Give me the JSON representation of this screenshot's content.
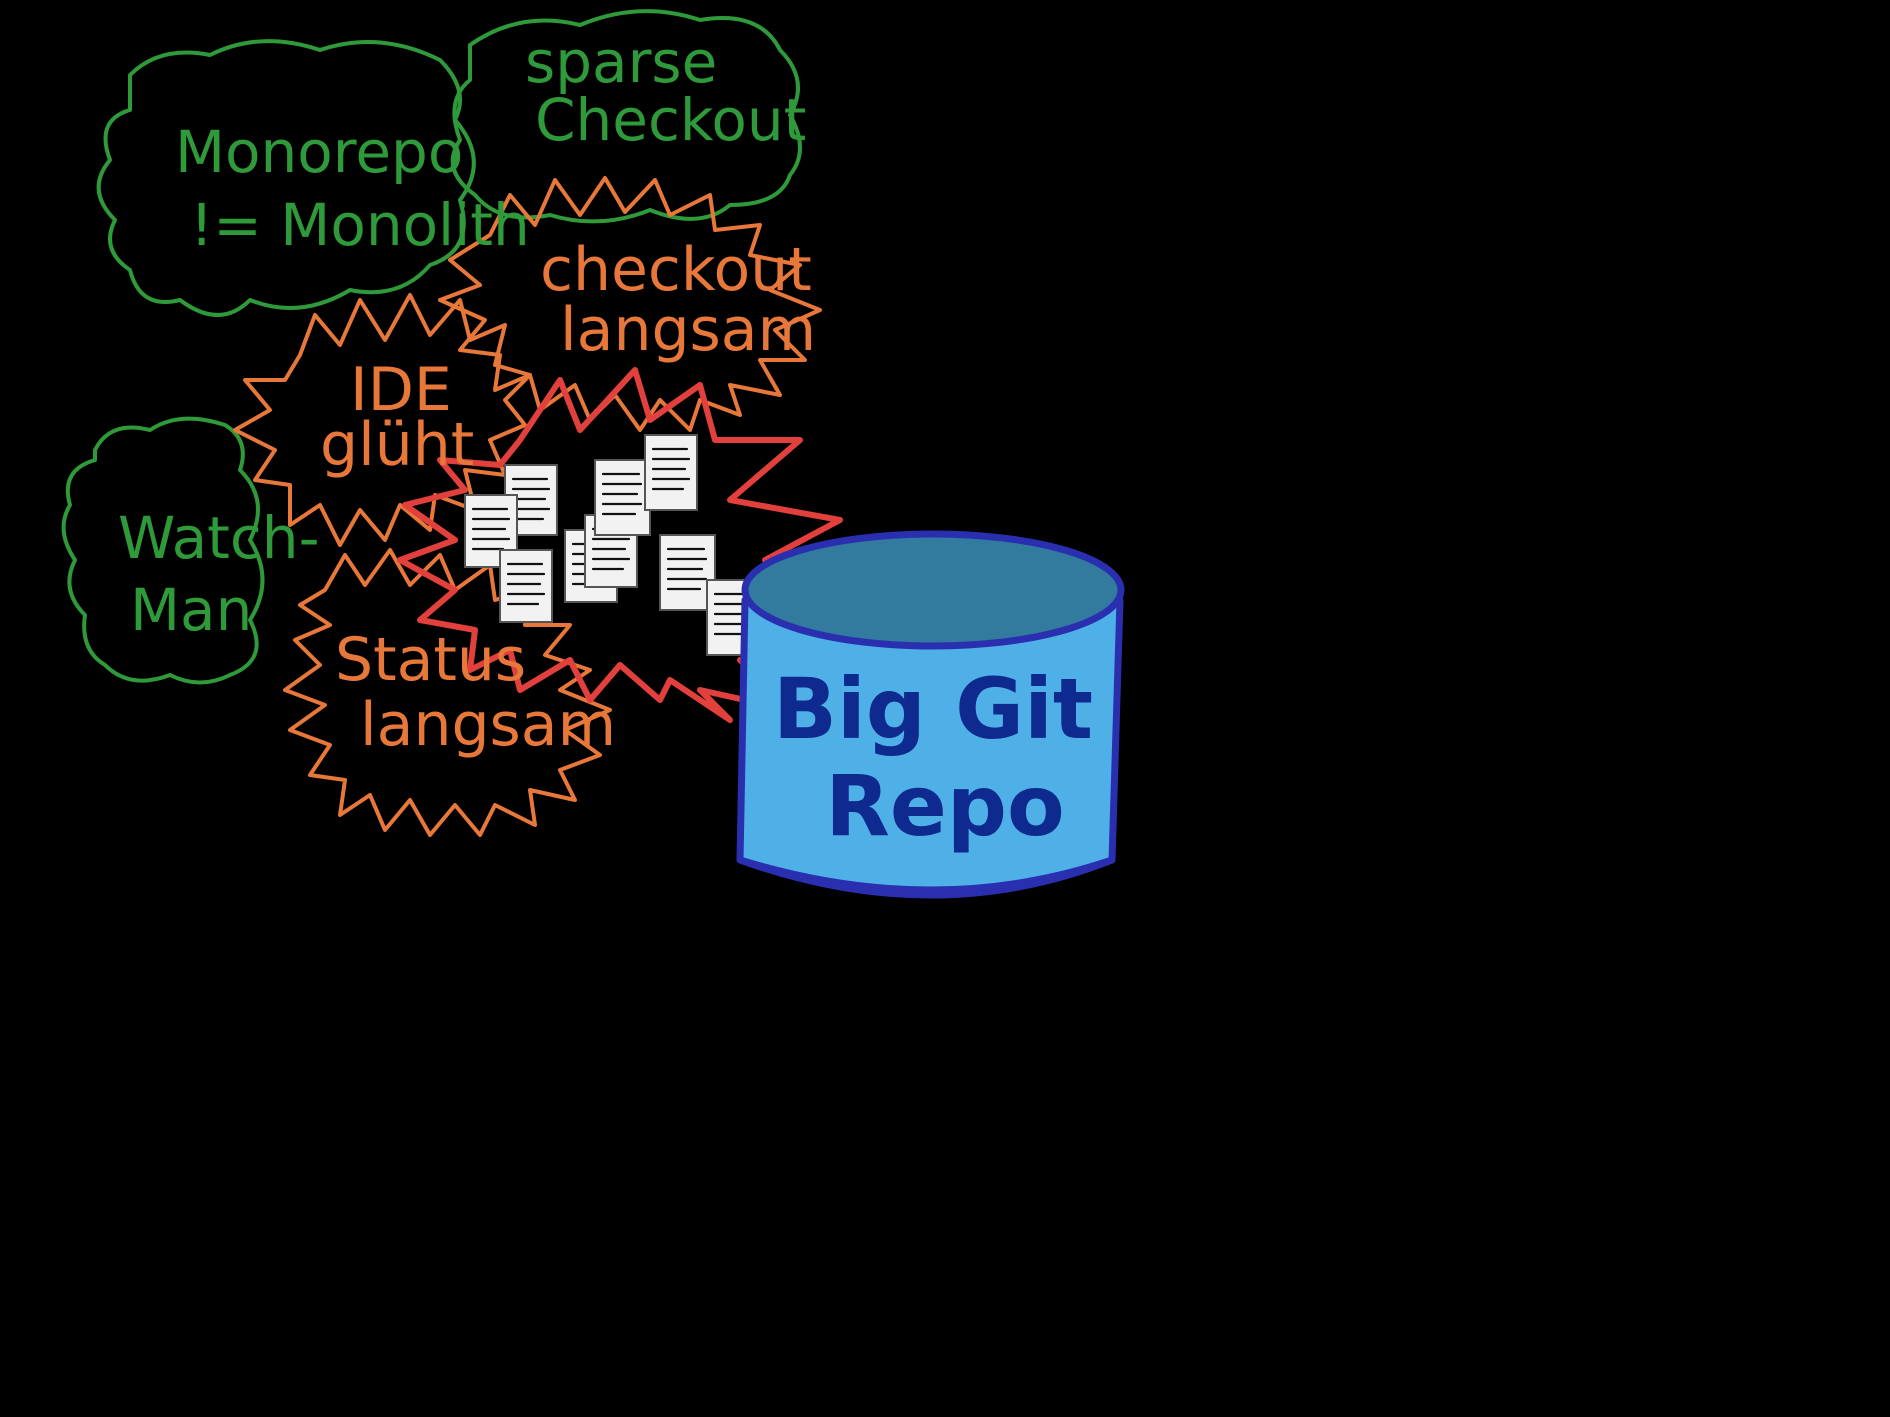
{
  "notes": {
    "monorepo": {
      "line1": "Monorepo",
      "line2": "!= Monolith"
    },
    "sparse": {
      "line1": "sparse",
      "line2": "Checkout"
    },
    "watchman": {
      "line1": "Watch-",
      "line2": "Man"
    },
    "checkout": {
      "line1": "checkout",
      "line2": "langsam"
    },
    "ide": {
      "line1": "IDE",
      "line2": "glüht"
    },
    "status": {
      "line1": "Status",
      "line2": "langsam"
    }
  },
  "repo": {
    "line1": "Big Git",
    "line2": "Repo"
  },
  "colors": {
    "background": "#000000",
    "green": "#2f9a3a",
    "orange": "#e8773a",
    "red": "#e2403c",
    "repo_body": "#4fb0e8",
    "repo_top": "#327a9e",
    "repo_outline": "#2a2fb0",
    "repo_text": "#0f2a8f"
  }
}
